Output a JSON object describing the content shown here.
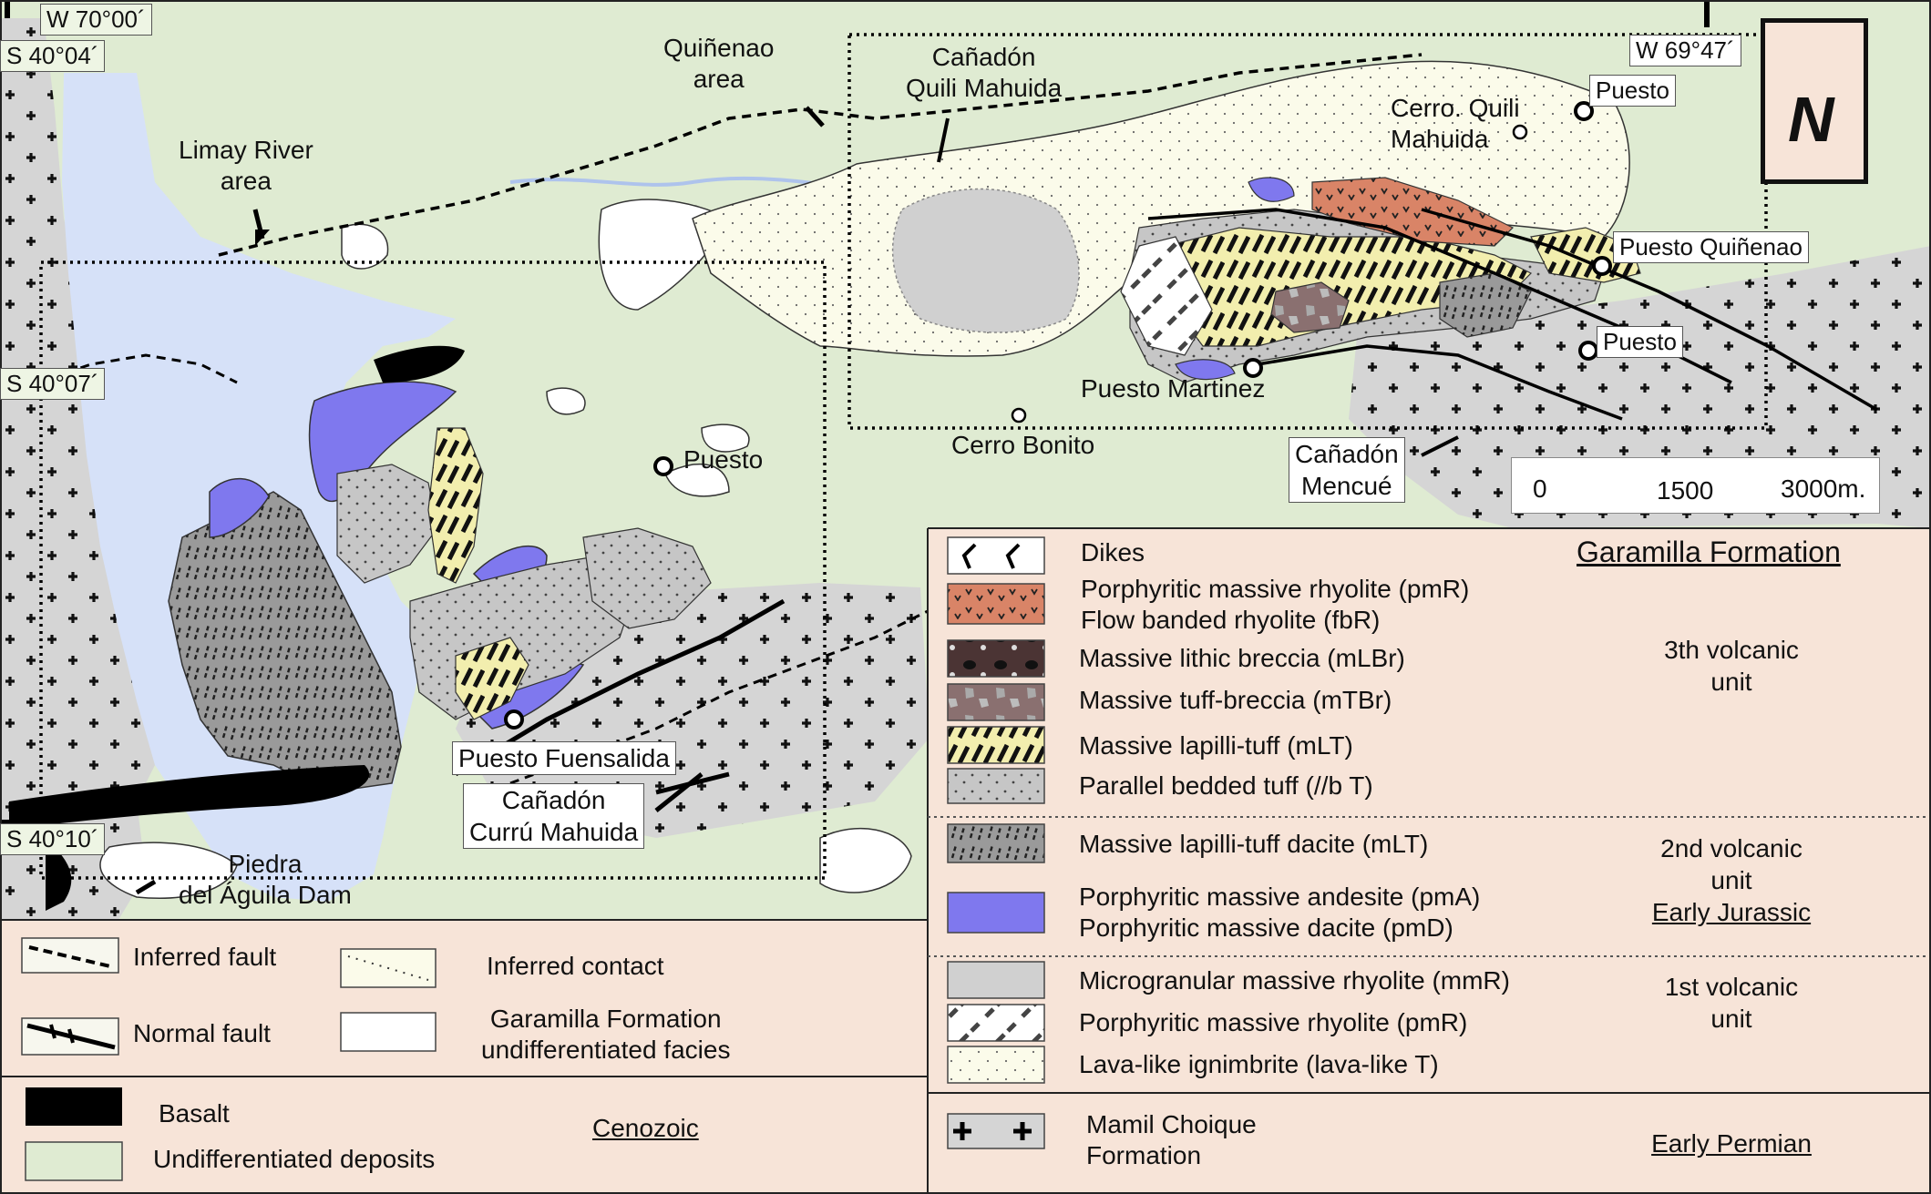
{
  "coordinates": {
    "w70": "W 70°00´",
    "s4004": "S 40°04´",
    "s4007": "S 40°07´",
    "s4010": "S 40°10´",
    "w6947": "W 69°47´"
  },
  "map_labels": {
    "quinenao_area": "Quiñenao\narea",
    "canadon_quili": "Cañadón\nQuili Mahuida",
    "limay": "Limay River\narea",
    "cerro_quili": "Cerro. Quili\nMahuida",
    "puesto_ne": "Puesto",
    "puesto_quinenao": "Puesto Quiñenao",
    "puesto_e": "Puesto",
    "puesto_martinez": "Puesto Martinez",
    "cerro_bonito": "Cerro Bonito",
    "canadon_mencue": "Cañadón\nMencué",
    "puesto_mid": "Puesto",
    "puesto_fuensalida": "Puesto Fuensalida",
    "canadon_curru": "Cañadón\nCurrú Mahuida",
    "piedra": "Piedra\ndel Águila Dam"
  },
  "north_arrow": "N",
  "scale": {
    "t0": "0",
    "t1": "1500",
    "t2": "3000m."
  },
  "legend_left": {
    "inferred_fault": "Inferred fault",
    "normal_fault": "Normal fault",
    "inferred_contact": "Inferred contact",
    "garamilla_undiff": "Garamilla Formation\nundifferentiated facies",
    "basalt": "Basalt",
    "undiff_deposits": "Undifferentiated deposits",
    "cenozoic": "Cenozoic"
  },
  "legend_right": {
    "title": "Garamilla Formation",
    "dikes": "Dikes",
    "rhyolite": "Porphyritic massive rhyolite (pmR)\nFlow banded rhyolite (fbR)",
    "mlbr": "Massive lithic breccia (mLBr)",
    "mtbr": "Massive tuff-breccia (mTBr)",
    "mlt": "Massive lapilli-tuff (mLT)",
    "pbt": "Parallel bedded tuff (//b T)",
    "unit3": "3th volcanic\nunit",
    "mlt_dacite": "Massive lapilli-tuff dacite (mLT)",
    "andesite": "Porphyritic massive andesite (pmA)\nPorphyritic massive dacite (pmD)",
    "unit2": "2nd volcanic\nunit",
    "early_jurassic": "Early Jurassic",
    "mmr": "Microgranular massive rhyolite (mmR)",
    "pmr": "Porphyritic massive rhyolite (pmR)",
    "lava": "Lava-like ignimbrite (lava-like T)",
    "unit1": "1st volcanic\nunit",
    "mamil": "Mamil Choique\nFormation",
    "early_permian": "Early Permian"
  },
  "colors": {
    "undiff": "#dfebd2",
    "river": "#d6e1f8",
    "granite": "#d5d5d5",
    "andesite": "#7f78ee",
    "rhyolite": "#d98467",
    "lapilli": "#f2eeae",
    "breccia": "#6b5252",
    "legend_bg": "#f7e4d8"
  }
}
